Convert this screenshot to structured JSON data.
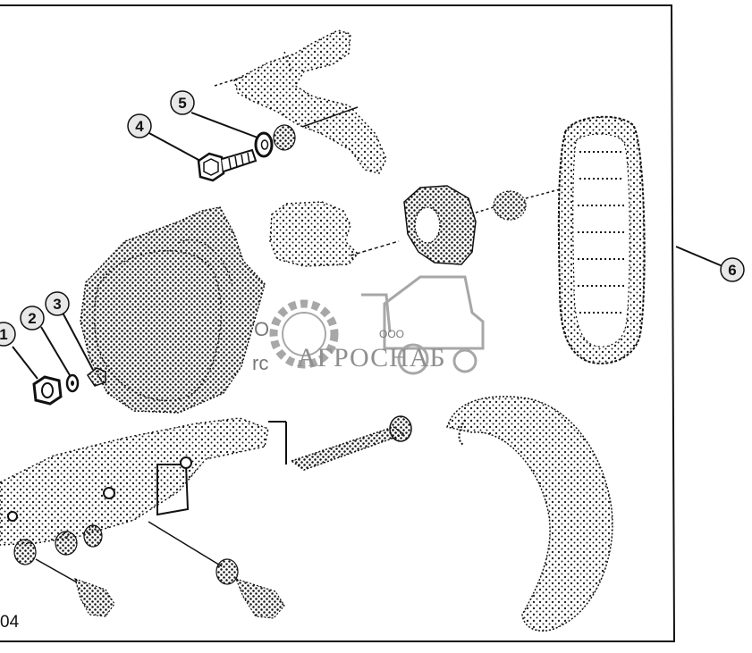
{
  "callouts": [
    {
      "id": "1",
      "label": "1"
    },
    {
      "id": "2",
      "label": "2"
    },
    {
      "id": "3",
      "label": "3"
    },
    {
      "id": "4",
      "label": "4"
    },
    {
      "id": "5",
      "label": "5"
    },
    {
      "id": "6",
      "label": "6"
    }
  ],
  "figure_code": "04",
  "watermark": {
    "small_text": "ООО",
    "brand_text": "АГРОСНАБ",
    "fragment_1": "O",
    "fragment_2": "rc"
  },
  "colors": {
    "ink": "#111111",
    "watermark": "#8a8a8a",
    "callout_fill": "#e8e8e8"
  }
}
